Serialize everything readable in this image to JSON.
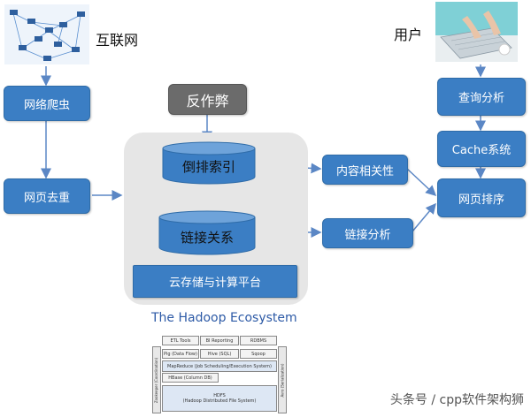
{
  "labels": {
    "internet": "互联网",
    "user": "用户"
  },
  "boxes": {
    "crawler": "网络爬虫",
    "dedup": "网页去重",
    "anticheat": "反作弊",
    "query_analysis": "查询分析",
    "cache": "Cache系统",
    "page_rank": "网页排序",
    "content_relevance": "内容相关性",
    "link_analysis": "链接分析",
    "cloud_platform": "云存储与计算平台"
  },
  "cylinders": {
    "inverted_index": "倒排索引",
    "link_relations": "链接关系"
  },
  "ecosystem": {
    "title": "The Hadoop Ecosystem",
    "top_tools": [
      "ETL Tools",
      "BI Reporting",
      "RDBMS"
    ],
    "mid_tools": [
      "Pig (Data Flow)",
      "Hive (SQL)",
      "Sqoop"
    ],
    "mapreduce": "MapReduce (Job Scheduling/Execution System)",
    "hbase": "HBase (Column DB)",
    "hdfs_line1": "HDFS",
    "hdfs_line2": "(Hadoop Distributed File System)",
    "left_side": "Zookeeper (Coordination)",
    "right_side": "Avro (Serialization)"
  },
  "watermark": "头条号 / cpp软件架构狮",
  "colors": {
    "box_blue": "#3b7ec4",
    "anticheat_gray": "#6b6b6b",
    "arrow_blue": "#5b87c5",
    "platform_gray": "#e6e6e6"
  }
}
